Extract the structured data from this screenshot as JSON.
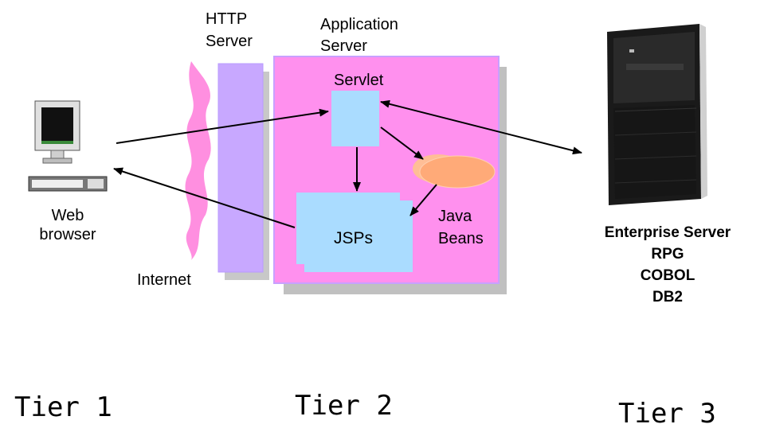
{
  "labels": {
    "web_browser": "Web\nbrowser",
    "internet": "Internet",
    "http_server": "HTTP\nServer",
    "app_server": "Application\nServer",
    "servlet": "Servlet",
    "jsps": "JSPs",
    "java_beans": "Java\nBeans"
  },
  "enterprise": {
    "title": "Enterprise Server",
    "items": [
      "RPG",
      "COBOL",
      "DB2"
    ]
  },
  "tiers": [
    "Tier 1",
    "Tier 2",
    "Tier 3"
  ],
  "colors": {
    "app_server": "#ff90ee",
    "http_server": "#c8a8ff",
    "internet": "#ff8fe0",
    "component": "#aadcff",
    "bean": "#ffaa78",
    "shadow": "#c0c0c0"
  }
}
